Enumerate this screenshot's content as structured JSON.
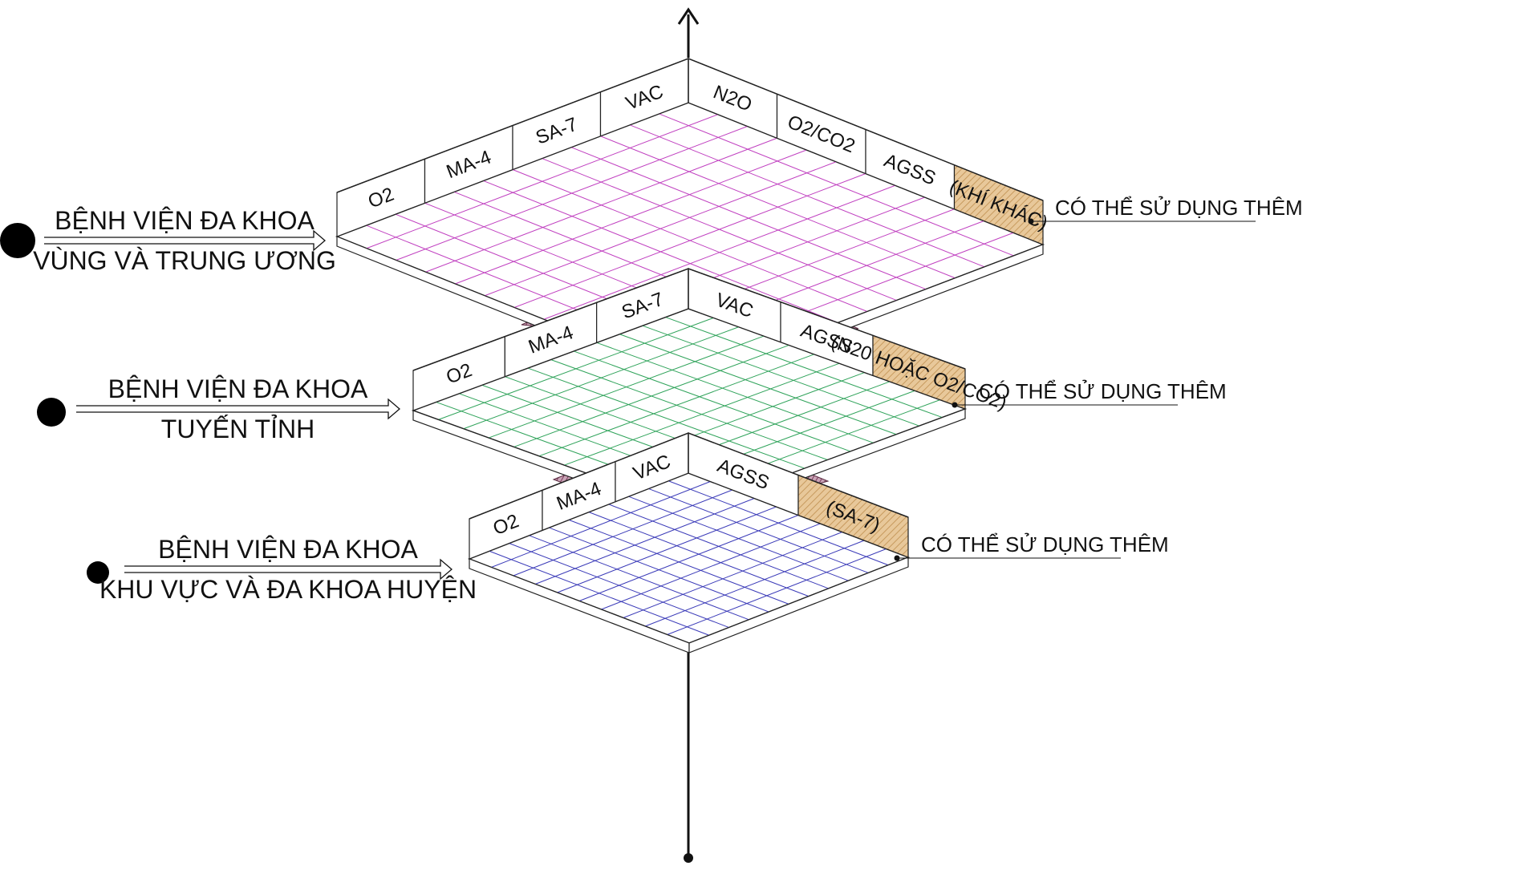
{
  "tiers": [
    {
      "line1": "BỆNH VIỆN ĐA KHOA",
      "line2": "VÙNG VÀ TRUNG ƯƠNG",
      "left_cells": [
        "O2",
        "MA-4",
        "SA-7",
        "VAC"
      ],
      "right_cells": [
        "N2O",
        "O2/CO2",
        "AGSS"
      ],
      "optional_cell": "(KHÍ KHÁC)",
      "optional_note": "CÓ THỂ SỬ DỤNG THÊM",
      "grid_color": "#c040c0"
    },
    {
      "line1": "BỆNH VIỆN ĐA KHOA",
      "line2": "TUYẾN TỈNH",
      "left_cells": [
        "O2",
        "MA-4",
        "SA-7"
      ],
      "right_cells": [
        "VAC",
        "AGSS"
      ],
      "optional_cell": "(N20 HOẶC O2/CO2)",
      "optional_note": "CÓ THỂ SỬ DỤNG THÊM",
      "grid_color": "#2fa35a"
    },
    {
      "line1": "BỆNH VIỆN ĐA KHOA",
      "line2": "KHU VỰC VÀ ĐA KHOA HUYỆN",
      "left_cells": [
        "O2",
        "MA-4",
        "VAC"
      ],
      "right_cells": [
        "AGSS"
      ],
      "optional_cell": "(SA-7)",
      "optional_note": "CÓ THỂ SỬ DỤNG THÊM",
      "grid_color": "#3a3ab8"
    }
  ],
  "colors": {
    "optional_fill": "#e8c89a",
    "connector_fill": "#b07890"
  }
}
